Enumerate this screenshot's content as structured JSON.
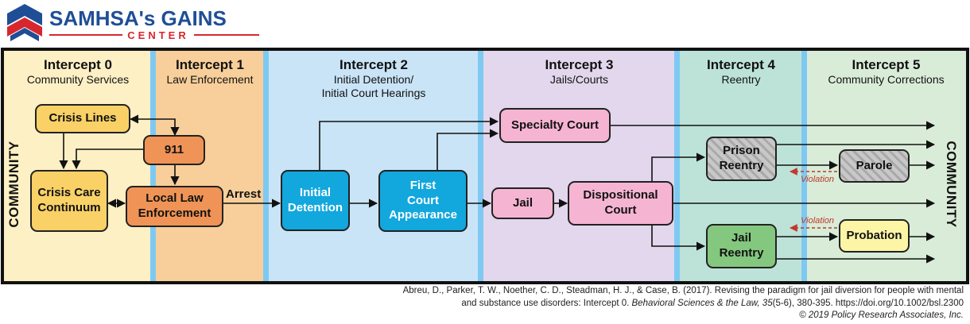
{
  "logo": {
    "line1": "SAMHSA's GAINS",
    "line2": "CENTER"
  },
  "colors": {
    "i0": "#fcf0c4",
    "i1": "#f8cf9a",
    "i2": "#c9e4f6",
    "i3": "#e2d7ec",
    "i4": "#bde3d8",
    "i5": "#d9ecd8",
    "divider": "#7ec9f2",
    "yellow": "#f9d166",
    "orange": "#ef9456",
    "blue": "#12a7dd",
    "pink": "#f5b4d2",
    "green": "#84c77e",
    "paleyellow": "#fdf5a6",
    "violation": "#c0392b"
  },
  "intercepts": [
    {
      "title": "Intercept 0",
      "sub1": "Community Services",
      "sub2": ""
    },
    {
      "title": "Intercept 1",
      "sub1": "Law Enforcement",
      "sub2": ""
    },
    {
      "title": "Intercept 2",
      "sub1": "Initial Detention/",
      "sub2": "Initial Court Hearings"
    },
    {
      "title": "Intercept 3",
      "sub1": "Jails/Courts",
      "sub2": ""
    },
    {
      "title": "Intercept 4",
      "sub1": "Reentry",
      "sub2": ""
    },
    {
      "title": "Intercept 5",
      "sub1": "Community Corrections",
      "sub2": ""
    }
  ],
  "side_label": "COMMUNITY",
  "nodes": {
    "crisis_lines": "Crisis Lines",
    "n911": "911",
    "crisis_care": [
      "Crisis Care",
      "Continuum"
    ],
    "local_law": [
      "Local Law",
      "Enforcement"
    ],
    "initial_detention": [
      "Initial",
      "Detention"
    ],
    "first_court": [
      "First",
      "Court",
      "Appearance"
    ],
    "specialty_court": "Specialty Court",
    "jail": "Jail",
    "dispositional": [
      "Dispositional",
      "Court"
    ],
    "prison_reentry": [
      "Prison",
      "Reentry"
    ],
    "jail_reentry": [
      "Jail",
      "Reentry"
    ],
    "parole": "Parole",
    "probation": "Probation"
  },
  "arrest_label": "Arrest",
  "violation_label": "Violation",
  "citation": {
    "line1": "Abreu, D., Parker, T. W., Noether, C. D., Steadman, H. J., & Case, B. (2017). Revising the paradigm for jail diversion for people with mental",
    "line2a": "and substance use disorders: Intercept 0. ",
    "line2b": "Behavioral Sciences & the Law, 35",
    "line2c": "(5-6), 380-395. https://doi.org/10.1002/bsl.2300",
    "line3": "© 2019 Policy Research Associates, Inc."
  }
}
